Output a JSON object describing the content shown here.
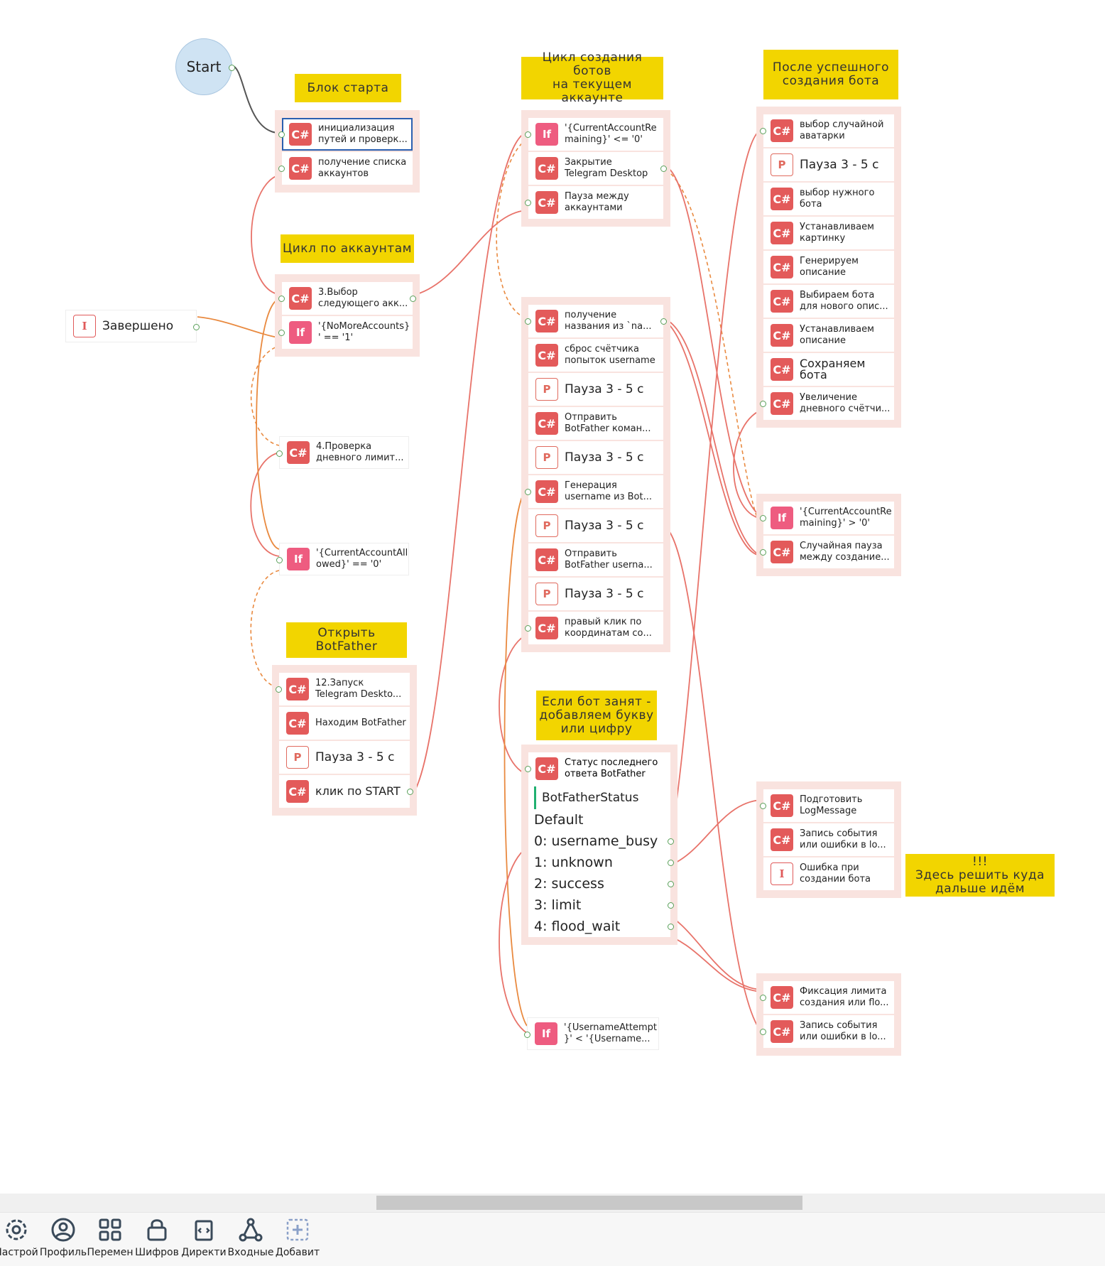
{
  "start": {
    "label": "Start"
  },
  "notes": {
    "start_block": "Блок старта",
    "account_loop": "Цикл по аккаунтам",
    "open_botfather": "Открыть BotFather",
    "bots_loop": "Цикл создания ботов\nна текущем аккаунте",
    "after_success": "После успешного\nсоздания бота",
    "bot_busy": "Если бот занят -\nдобавляем букву\nили цифру",
    "decide_next": "!!!\nЗдесь решить куда\nдальше идём"
  },
  "nodes": {
    "finished": "Завершено",
    "init_paths": "инициализация\nпутей и проверк...",
    "get_accounts": "получение списка\nаккаунтов",
    "select_next": "3.Выбор\nследующего акк...",
    "if_no_more": "'{NoMoreAccounts}\n' == '1'",
    "check_limit": "4.Проверка\nдневного лимит...",
    "if_allowed": "'{CurrentAccountAll\nowed}' == '0'",
    "launch_tg": "12.Запуск\nTelegram Deskto...",
    "find_botfather": "Находим BotFather",
    "pause_a": "Пауза 3 - 5 с",
    "click_start": "клик по START",
    "if_remaining": "'{CurrentAccountRe\nmaining}' <= '0'",
    "close_tg": "Закрытие\nTelegram Desktop",
    "pause_between": "Пауза между\nаккаунтами",
    "get_name": "получение\nназвания из `na...",
    "reset_counter": "сброс счётчика\nпопыток username",
    "pause_b": "Пауза 3 - 5 с",
    "send_cmd": "Отправить\nBotFather коман...",
    "pause_c": "Пауза 3 - 5 с",
    "gen_username": "Генерация\nusername из Bot...",
    "pause_d": "Пауза 3 - 5 с",
    "send_username": "Отправить\nBotFather userna...",
    "pause_e": "Пауза 3 - 5 с",
    "right_click": "правый клик по\nкоординатам со...",
    "last_status": "Статус последнего\nответа BotFather",
    "if_attempt": "'{UsernameAttempt\n}' < '{Username...",
    "random_avatar": "выбор случайной\nаватарки",
    "pause_f": "Пауза 3 - 5 с",
    "select_bot": "выбор нужного\nбота",
    "set_picture": "Устанавливаем\nкартинку",
    "gen_desc": "Генерируем\nописание",
    "choose_bot_desc": "Выбираем бота\nдля нового опис...",
    "set_desc": "Устанавливаем\nописание",
    "save_bot": "Сохраняем бота",
    "inc_counter": "Увеличение\nдневного счётчи...",
    "if_remaining_pos": "'{CurrentAccountRe\nmaining}' > '0'",
    "random_pause": "Случайная пауза\nмежду создание...",
    "prep_log": "Подготовить\nLogMessage",
    "write_event_a": "Запись события\nили ошибки в lo...",
    "error_create": "Ошибка при\nсоздании бота",
    "fix_limit": "Фиксация лимита\nсоздания или flo...",
    "write_event_b": "Запись события\nили ошибки в lo..."
  },
  "switch": {
    "variable": "BotFatherStatus",
    "cases": [
      "Default",
      "0: username_busy",
      "1: unknown",
      "2: success",
      "3: limit",
      "4: flood_wait"
    ]
  },
  "icons": {
    "csharp": "C#",
    "if": "If",
    "pause": "P",
    "info": "I"
  },
  "colors": {
    "note": "#f2d500",
    "group_bg": "#f9e3df",
    "csharp": "#e35a5a",
    "if": "#ee5c80",
    "wire": "#e8736a",
    "wire_alt": "#e98a40"
  },
  "toolbar": {
    "items": [
      {
        "icon": "gear-icon",
        "label": "Настрой"
      },
      {
        "icon": "profile-icon",
        "label": "Профиль"
      },
      {
        "icon": "grid-icon",
        "label": "Перемен"
      },
      {
        "icon": "lock-icon",
        "label": "Шифров"
      },
      {
        "icon": "directive-icon",
        "label": "Директи"
      },
      {
        "icon": "network-icon",
        "label": "Входные"
      },
      {
        "icon": "add-icon",
        "label": "Добавит"
      }
    ]
  }
}
